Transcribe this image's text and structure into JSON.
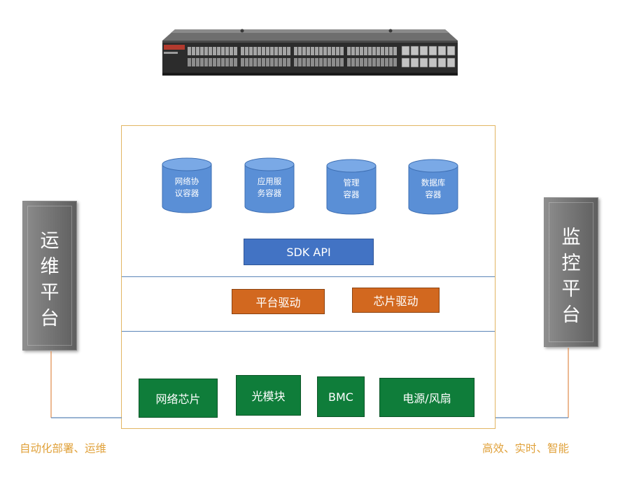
{
  "diagram": {
    "containers": [
      {
        "id": "network-protocol",
        "label": "网络协\n议容器"
      },
      {
        "id": "app-service",
        "label": "应用服\n务容器"
      },
      {
        "id": "management",
        "label": "管理\n容器"
      },
      {
        "id": "database",
        "label": "数据库\n容器"
      }
    ],
    "sdk_api": "SDK API",
    "drivers": {
      "platform": "平台驱动",
      "chip": "芯片驱动"
    },
    "hardware": {
      "network_chip": "网络芯片",
      "optical_module": "光模块",
      "bmc": "BMC",
      "power_fan": "电源/风扇"
    },
    "left_pillar": {
      "label": "运\n维\n平\n台",
      "caption": "自动化部署、运维"
    },
    "right_pillar": {
      "label": "监\n控\n平\n台",
      "caption": "高效、实时、智能"
    },
    "colors": {
      "frame": "#e2b562",
      "divider": "#5b85b8",
      "container": "#5a8fd6",
      "sdk": "#4273c4",
      "driver": "#d2681f",
      "hardware": "#0f7d3a",
      "pillar": "#7a7a7a",
      "caption": "#e0a13a"
    }
  }
}
